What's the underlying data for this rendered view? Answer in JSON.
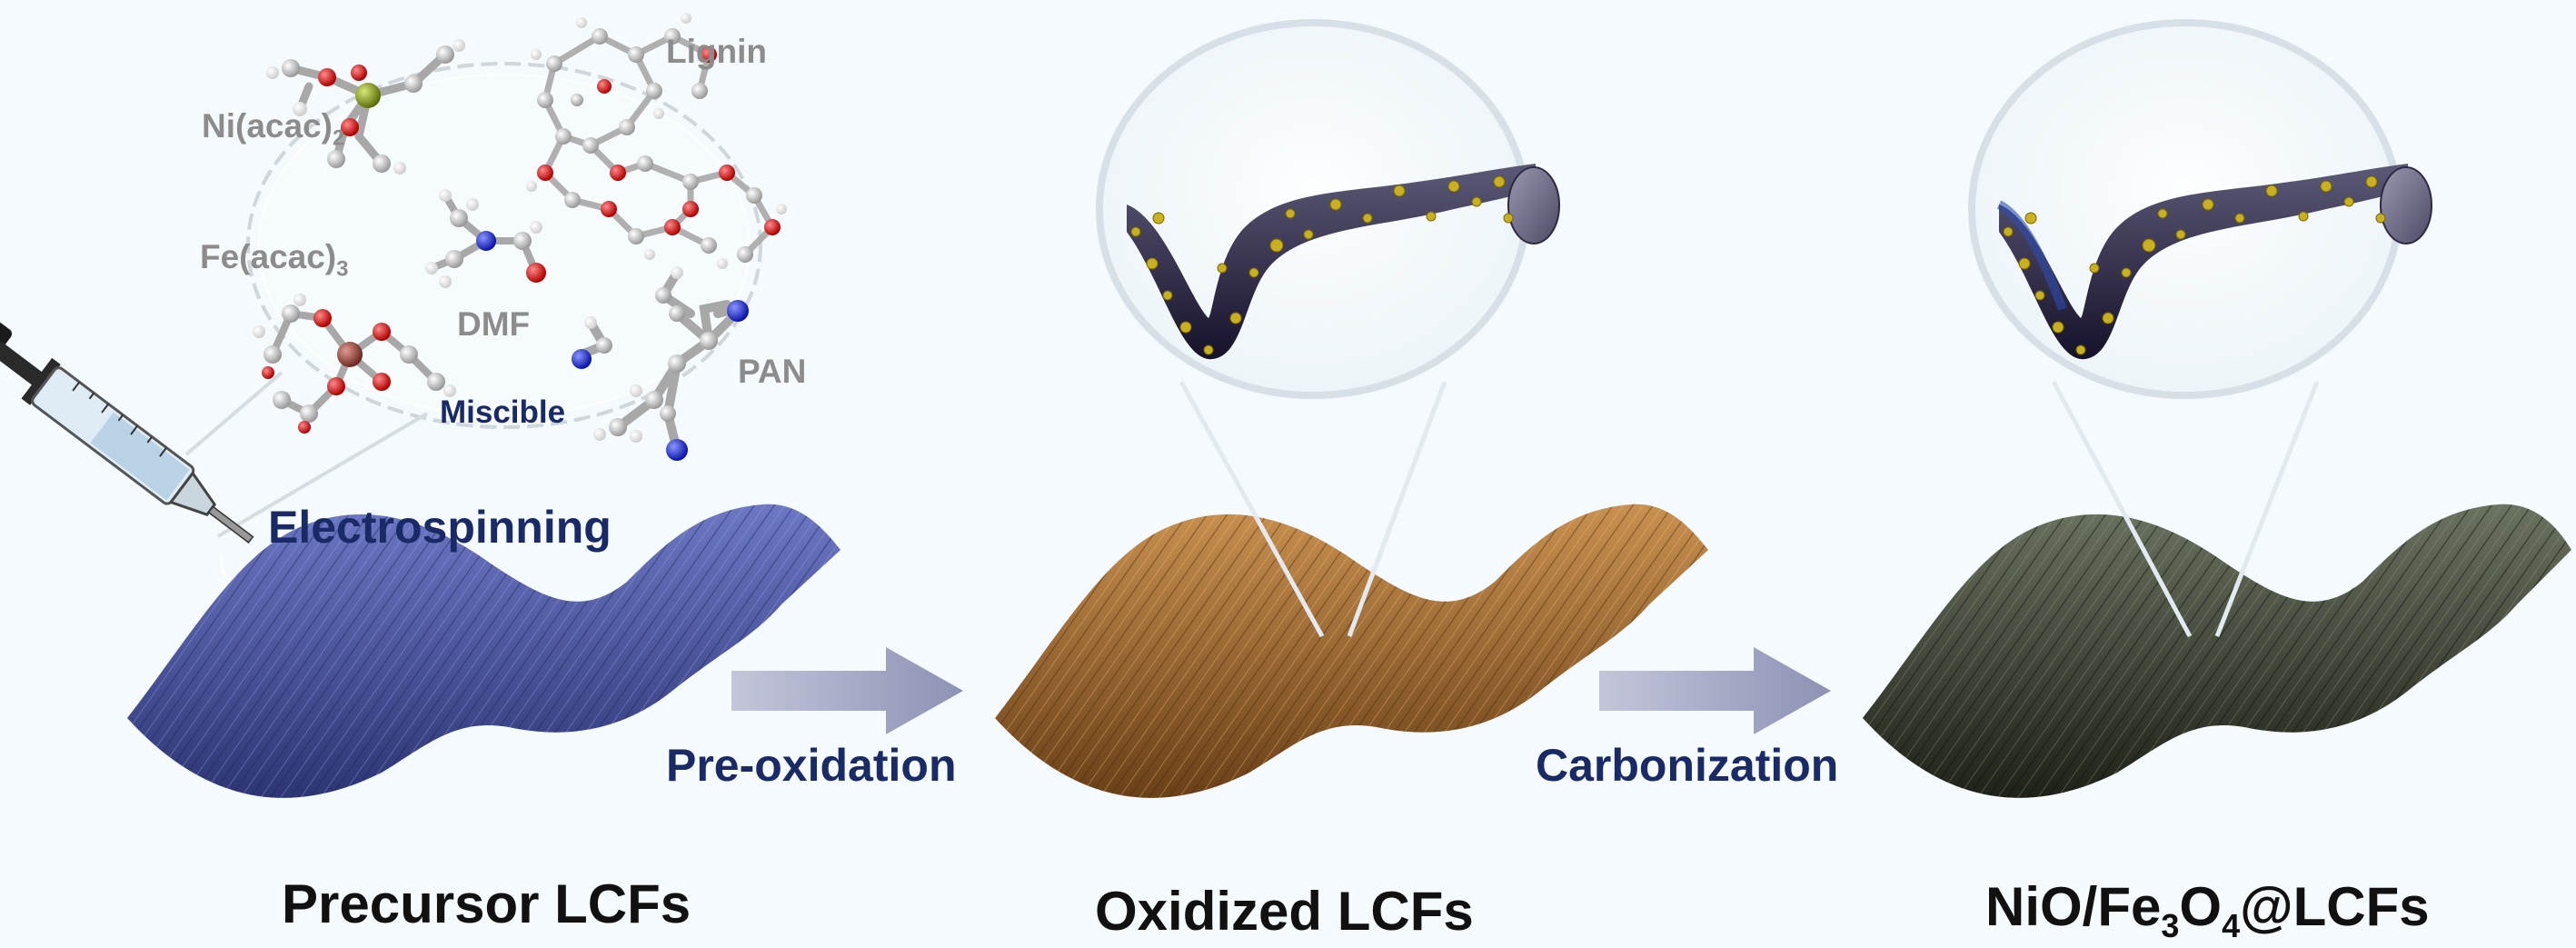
{
  "labels": {
    "nickel_acac": "Ni(acac)",
    "nickel_acac_sub": "2",
    "lignin": "Lignin",
    "iron_acac": "Fe(acac)",
    "iron_acac_sub": "3",
    "dmf": "DMF",
    "pan": "PAN",
    "miscible": "Miscible"
  },
  "processes": {
    "electrospinning": "Electrospinning",
    "pre_oxidation": "Pre-oxidation",
    "carbonization": "Carbonization"
  },
  "stages": {
    "precursor": "Precursor LCFs",
    "oxidized": "Oxidized LCFs",
    "final_a": "NiO/Fe",
    "final_sub": "3",
    "final_b": "O",
    "final_sub2": "4",
    "final_c": "@LCFs"
  },
  "colors": {
    "precursor_mat": "#4a56a0",
    "oxidized_mat": "#a8713a",
    "carbon_mat": "#3e4436",
    "arrow": "#a7aac4",
    "text_navy": "#1a2a66",
    "text_gray": "#8c8c8c",
    "atom_carbon": "#c8c8c8",
    "atom_oxygen": "#e01818",
    "atom_nitrogen": "#1c2ce0",
    "atom_hydrogen": "#f4f4f4",
    "atom_nickel": "#8fa51c",
    "atom_iron": "#a0524a",
    "nanoparticle": "#c9b020"
  }
}
